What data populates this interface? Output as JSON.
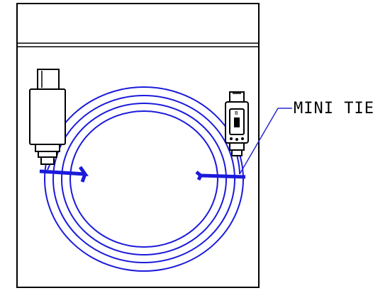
{
  "callout": {
    "label": "MINI TIE"
  },
  "connector_right": {
    "marking": "B"
  },
  "colors": {
    "cable": "#1a1adc",
    "tie": "#1a1adc",
    "callout_leader": "#2a2ad0",
    "outline": "#000000",
    "background": "#ffffff"
  },
  "parts": {
    "left_connector_icon": "usb-type-a-plug-icon",
    "right_connector_icon": "mini-usb-plug-icon",
    "coil_loops": 4,
    "tie_count": 2
  }
}
